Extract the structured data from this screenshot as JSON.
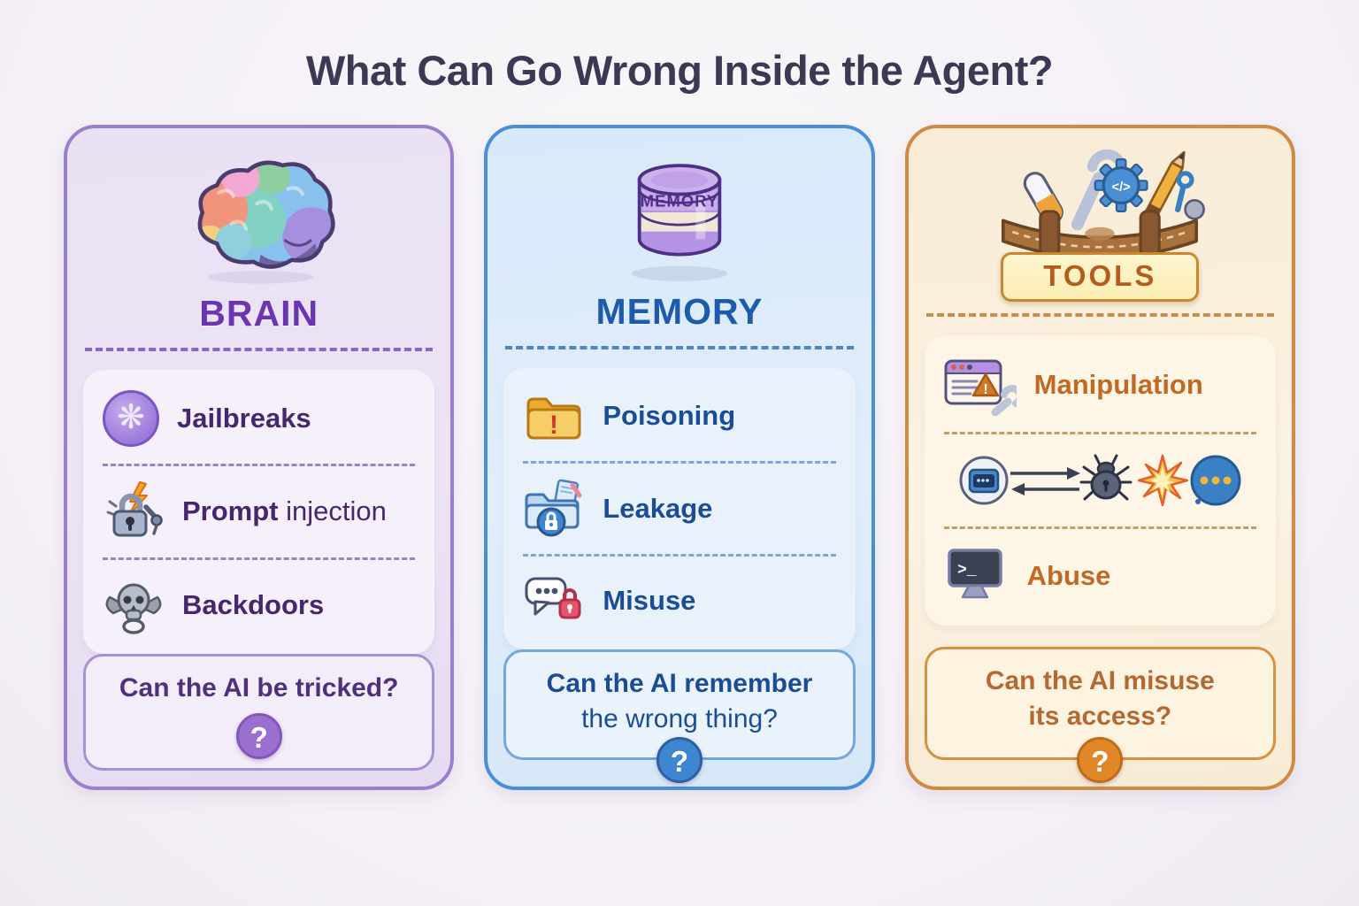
{
  "page": {
    "title": "What Can Go Wrong Inside the Agent?",
    "title_color": "#3b3954",
    "background": "#f6f3f7"
  },
  "decor": {
    "swirl_glyph": "❋",
    "cylinder_label": "MEMORY",
    "alert_mark": "!",
    "warning_mark": "!",
    "gear_code": "</>",
    "terminal_prompt": ">_"
  },
  "columns": [
    {
      "id": "brain",
      "heading": "BRAIN",
      "illustration": "brain-icon",
      "accent": "#9b7ece",
      "heading_color": "#6a36b0",
      "text_color": "#46276f",
      "items": [
        {
          "icon": "swirl-badge-icon",
          "label_bold": "Jailbreaks",
          "label_rest": ""
        },
        {
          "icon": "lock-lightning-icon",
          "label_bold": "Prompt",
          "label_rest": " injection"
        },
        {
          "icon": "skull-wings-icon",
          "label_bold": "Backdoors",
          "label_rest": ""
        }
      ],
      "question": {
        "line1": "Can the AI be tricked?",
        "line2": "",
        "badge": "?",
        "badge_color": "#9a6fd0"
      }
    },
    {
      "id": "memory",
      "heading": "MEMORY",
      "illustration": "memory-cylinder-icon",
      "accent": "#4a8fd6",
      "heading_color": "#1d5cad",
      "text_color": "#1b4d97",
      "items": [
        {
          "icon": "folder-alert-icon",
          "label_bold": "Poisoning",
          "label_rest": ""
        },
        {
          "icon": "folder-lock-icon",
          "label_bold": "Leakage",
          "label_rest": ""
        },
        {
          "icon": "chat-lock-icon",
          "label_bold": "Misuse",
          "label_rest": ""
        }
      ],
      "question": {
        "line1": "Can the AI remember",
        "line2": "the wrong thing?",
        "badge": "?",
        "badge_color": "#3f86d2"
      }
    },
    {
      "id": "tools",
      "heading": "TOOLS",
      "illustration": "tool-belt-icon",
      "accent": "#d18a43",
      "heading_color": "#b35c1e",
      "text_color": "#c06a24",
      "items": [
        {
          "icon": "browser-warning-wrench-icon",
          "label_bold": "Manipulation",
          "label_rest": ""
        },
        {
          "icon": "terminal-bug-explosion-icon",
          "label_bold": "",
          "label_rest": ""
        },
        {
          "icon": "terminal-monitor-icon",
          "label_bold": "Abuse",
          "label_rest": ""
        }
      ],
      "question": {
        "line1": "Can the AI misuse",
        "line2": "its access?",
        "badge": "?",
        "badge_color": "#e0872a"
      }
    }
  ]
}
